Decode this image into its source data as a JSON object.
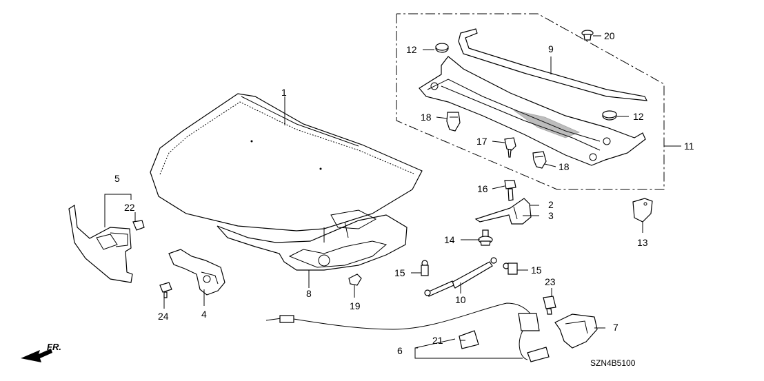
{
  "diagram": {
    "code": "SZN4B5100",
    "fr_label": "FR.",
    "callouts": [
      "1",
      "2",
      "3",
      "4",
      "5",
      "6",
      "7",
      "8",
      "9",
      "10",
      "11",
      "12",
      "12",
      "13",
      "14",
      "15",
      "15",
      "16",
      "17",
      "18",
      "18",
      "19",
      "20",
      "21",
      "22",
      "23",
      "24"
    ]
  }
}
